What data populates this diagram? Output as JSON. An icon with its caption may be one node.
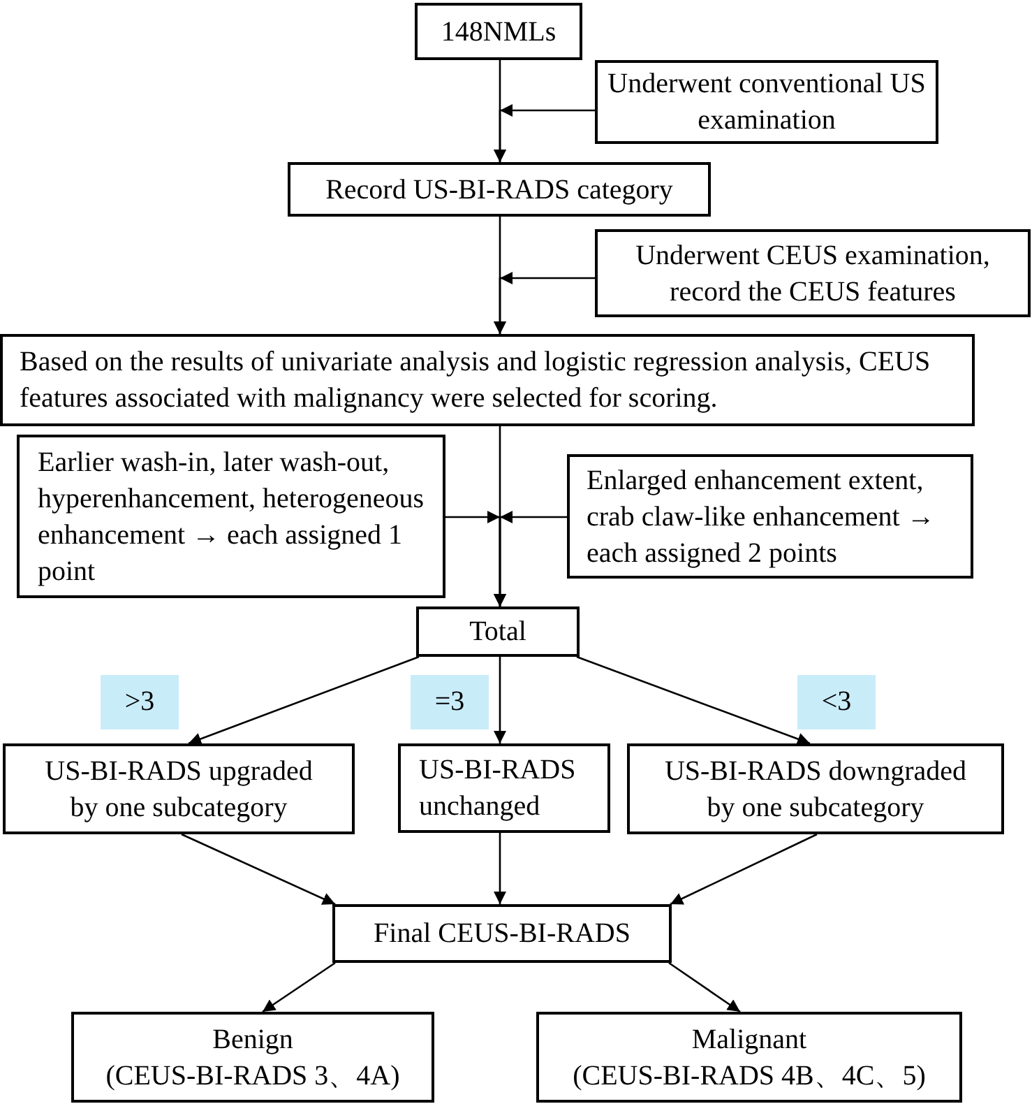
{
  "diagram": {
    "nodes": [
      {
        "text": [
          "148NMLs"
        ]
      },
      {
        "text": [
          "Underwent conventional US examination"
        ]
      },
      {
        "text": [
          "Record US-BI-RADS category"
        ]
      },
      {
        "text": [
          "Underwent CEUS examination, record the CEUS features"
        ]
      },
      {
        "text": [
          "Based on the results of univariate analysis and logistic regression analysis, CEUS features associated with malignancy were selected for scoring."
        ]
      },
      {
        "text": [
          "Earlier wash-in, later wash-out, hyperenhancement, heterogeneous enhancement → each assigned 1 point"
        ]
      },
      {
        "text": [
          "Enlarged enhancement extent, crab claw-like enhancement → each assigned 2 points"
        ]
      },
      {
        "text": [
          "Total"
        ]
      },
      {
        "text": [
          "US-BI-RADS upgraded by one subcategory"
        ]
      },
      {
        "text": [
          "US-BI-RADS unchanged"
        ]
      },
      {
        "text": [
          "US-BI-RADS downgraded by one subcategory"
        ]
      },
      {
        "text": [
          "Final CEUS-BI-RADS"
        ]
      },
      {
        "text": [
          "Benign",
          "(CEUS-BI-RADS 3、4A)"
        ]
      },
      {
        "text": [
          "Malignant",
          "(CEUS-BI-RADS 4B、4C、5)"
        ]
      }
    ],
    "edges": [
      {
        "from": 0,
        "to": 2,
        "arrow": "to"
      },
      {
        "from": 1,
        "to": 2,
        "arrow": "to"
      },
      {
        "from": 2,
        "to": 4,
        "arrow": "to"
      },
      {
        "from": 3,
        "to": 4,
        "arrow": "to"
      },
      {
        "from": 4,
        "to": 7,
        "arrow": "to"
      },
      {
        "from": 5,
        "to": 7,
        "arrow": "to"
      },
      {
        "from": 6,
        "to": 7,
        "arrow": "to"
      },
      {
        "from": 7,
        "to": 8,
        "arrow": "to",
        "label": ">3"
      },
      {
        "from": 7,
        "to": 9,
        "arrow": "to",
        "label": "=3"
      },
      {
        "from": 7,
        "to": 10,
        "arrow": "to",
        "label": "<3"
      },
      {
        "from": 8,
        "to": 11,
        "arrow": "to"
      },
      {
        "from": 9,
        "to": 11,
        "arrow": "to"
      },
      {
        "from": 10,
        "to": 11,
        "arrow": "to"
      },
      {
        "from": 11,
        "to": 12,
        "arrow": "to"
      },
      {
        "from": 11,
        "to": 13,
        "arrow": "to"
      }
    ]
  }
}
